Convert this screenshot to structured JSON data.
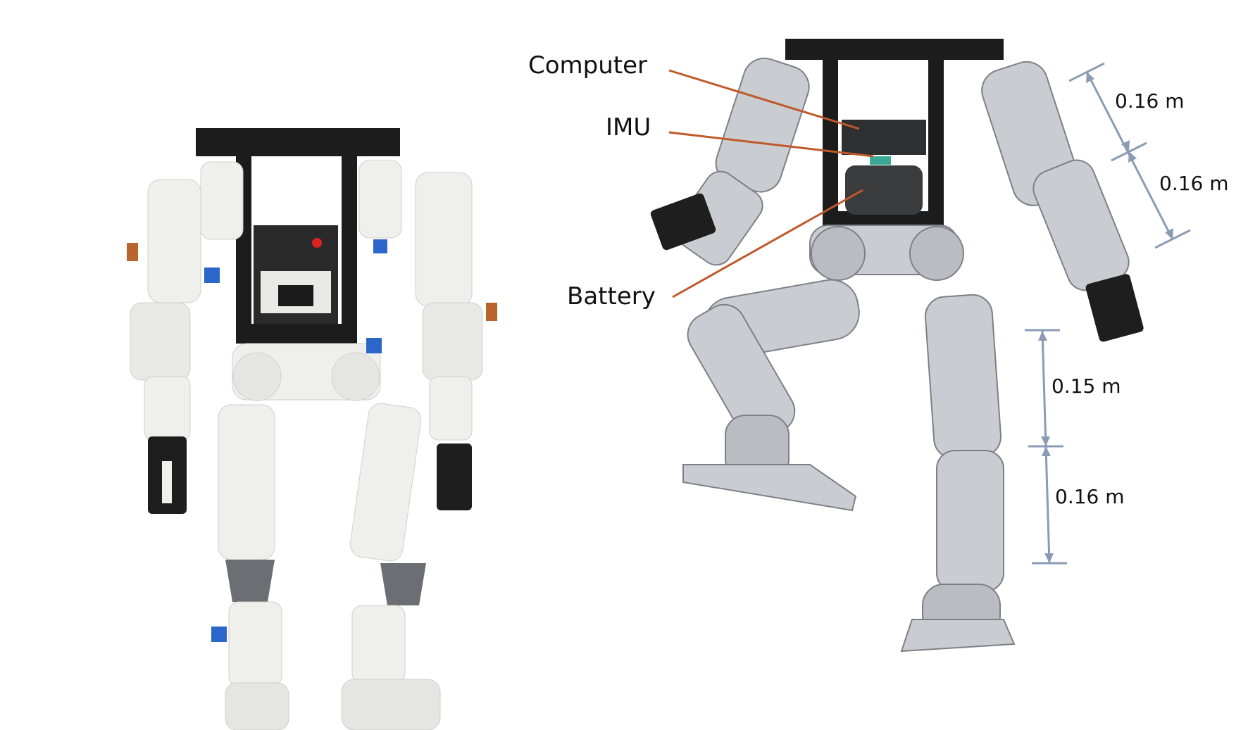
{
  "labels": {
    "computer": "Computer",
    "imu": "IMU",
    "battery": "Battery"
  },
  "dimensions": {
    "upper_arm": "0.16 m",
    "forearm": "0.16 m",
    "thigh": "0.15 m",
    "shin": "0.16 m"
  },
  "colors": {
    "callout_line": "#c0592a",
    "dimension_line": "#8b9bb5",
    "frame": "#1c1c1c",
    "cad_metal": "#c9ccd0",
    "photo_white": "#efefec"
  }
}
